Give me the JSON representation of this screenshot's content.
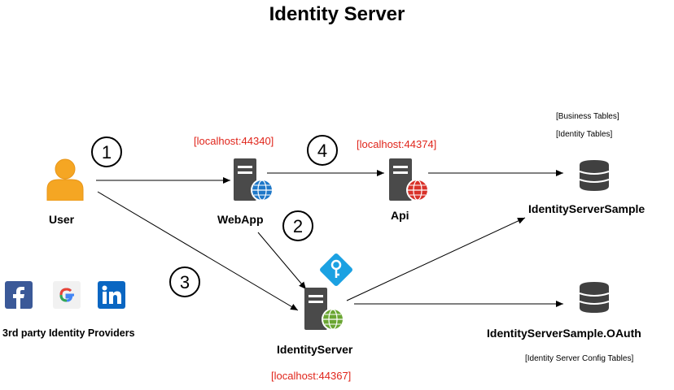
{
  "title": "Identity Server",
  "nodes": {
    "user": {
      "label": "User"
    },
    "webapp": {
      "label": "WebApp",
      "address": "[localhost:44340]"
    },
    "api": {
      "label": "Api",
      "address": "[localhost:44374]"
    },
    "identity_server": {
      "label": "IdentityServer",
      "address": "[localhost:44367]"
    },
    "db_sample": {
      "label": "IdentityServerSample",
      "notes": [
        "[Business Tables]",
        "[Identity Tables]"
      ]
    },
    "db_oauth": {
      "label": "IdentityServerSample.OAuth",
      "notes": [
        "[Identity Server Config Tables]"
      ]
    }
  },
  "providers": {
    "label": "3rd party Identity Providers",
    "items": [
      "facebook",
      "google",
      "linkedin"
    ]
  },
  "steps": [
    "1",
    "2",
    "3",
    "4"
  ],
  "colors": {
    "user": "#f5a623",
    "server_body": "#4a4a4a",
    "globe_blue": "#1f78c8",
    "globe_red": "#d9322a",
    "globe_green": "#6aa632",
    "key_badge": "#1ba1e2",
    "address_text": "#e0251b",
    "facebook": "#3b5998",
    "linkedin": "#0a66c2"
  }
}
